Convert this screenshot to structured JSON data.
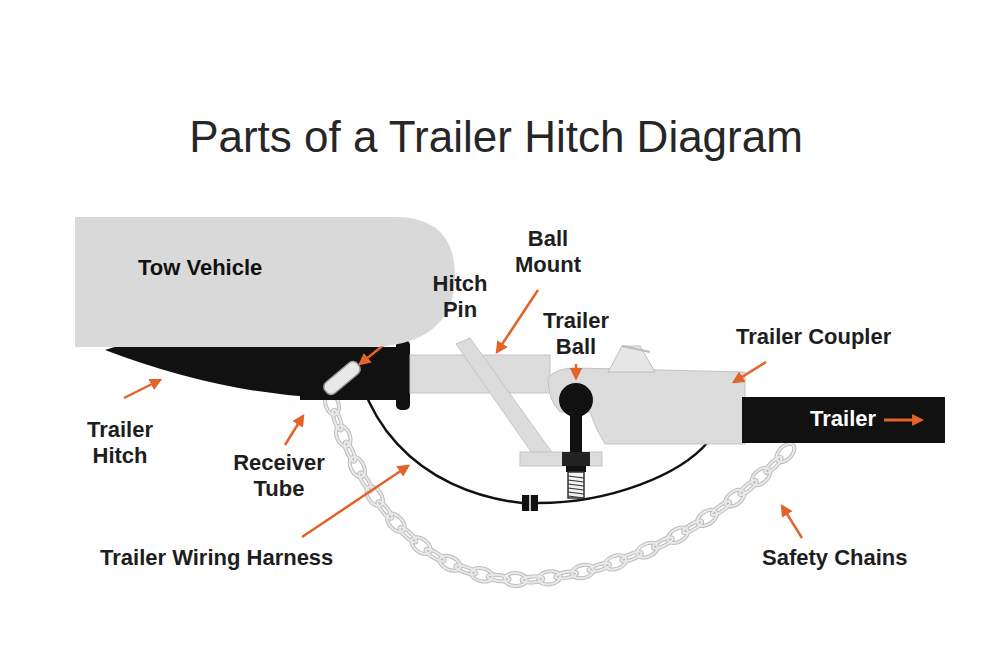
{
  "diagram": {
    "title": "Parts of a Trailer Hitch Diagram",
    "nodes": [
      {
        "text": [
          "Tow Vehicle"
        ]
      },
      {
        "text": [
          "Trailer"
        ]
      }
    ],
    "labels": [
      "Ball Mount",
      "Hitch Pin",
      "Trailer Ball",
      "Trailer Coupler",
      "Trailer Hitch",
      "Receiver Tube",
      "Trailer Wiring Harness",
      "Safety Chains"
    ]
  }
}
